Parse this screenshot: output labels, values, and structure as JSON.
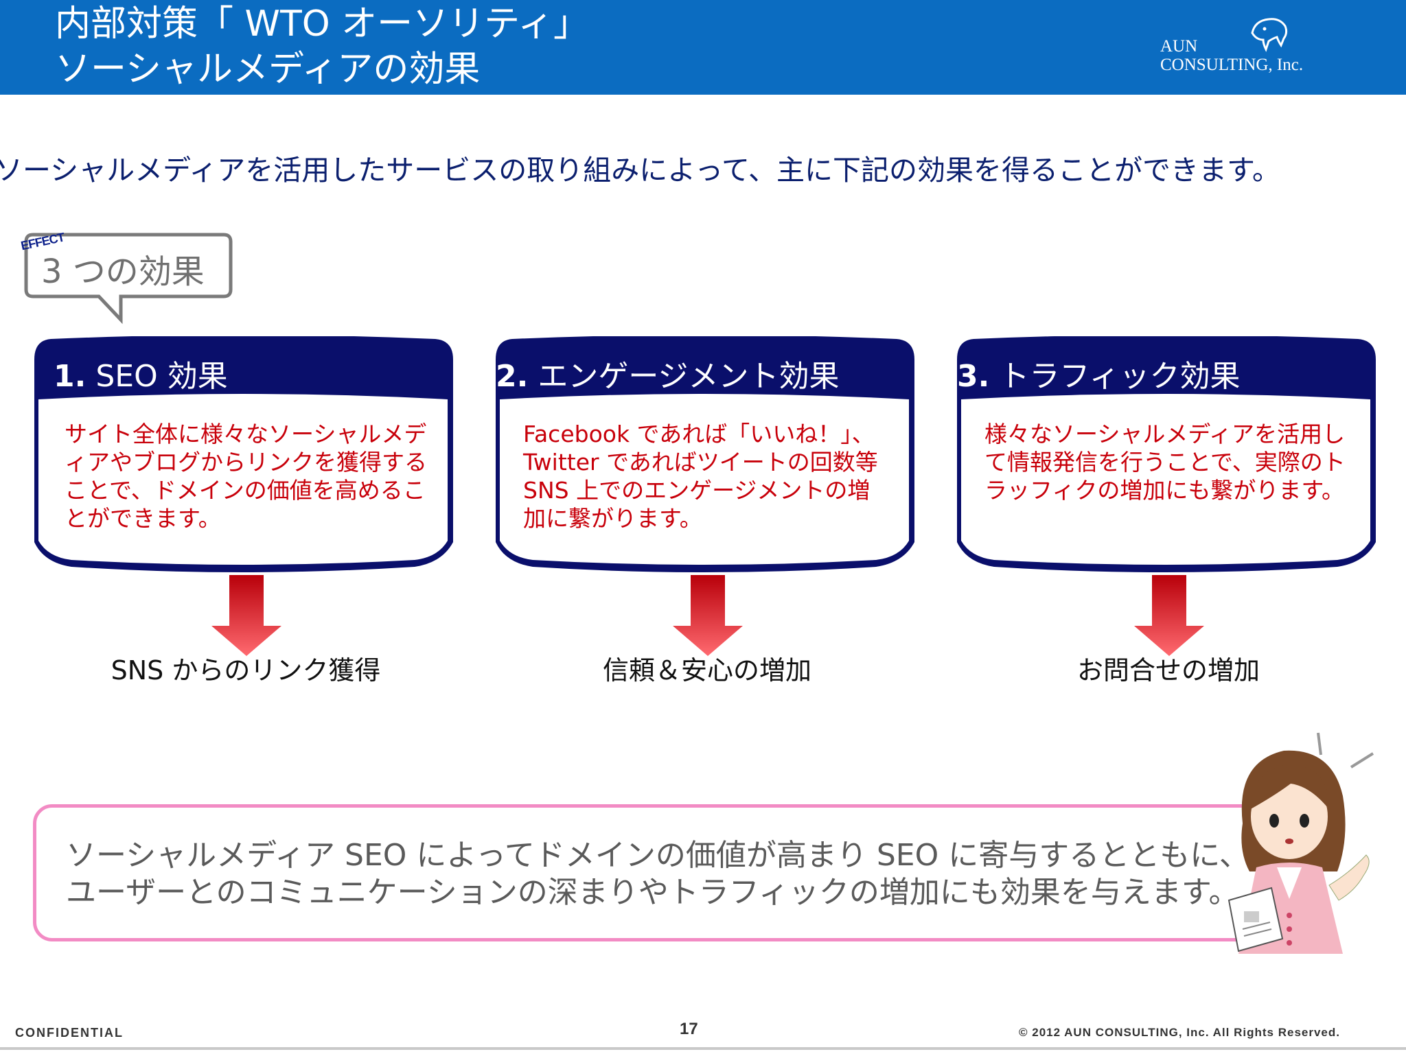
{
  "header": {
    "title_line1": "内部対策「 WTO オーソリティ」",
    "title_line2": "ソーシャルメディアの効果",
    "logo_line1": "AUN",
    "logo_line2": "CONSULTING, Inc."
  },
  "lead": "ソーシャルメディアを活用したサービスの取り組みによって、主に下記の効果を得ることができます。",
  "bubble": {
    "tag": "EFFECT",
    "text": "3 つの効果"
  },
  "cards": [
    {
      "num": "1.",
      "title": "SEO 効果",
      "body": "サイト全体に様々なソーシャルメディアやブログからリンクを獲得することで、ドメインの価値を高めることができます。",
      "result": "SNS からのリンク獲得"
    },
    {
      "num": "2.",
      "title": "エンゲージメント効果",
      "body": "Facebook であれば「いいね！」、Twitter であればツイートの回数等 SNS 上でのエンゲージメントの増加に繋がります。",
      "result": "信頼＆安心の増加"
    },
    {
      "num": "3.",
      "title": "トラフィック効果",
      "body": "様々なソーシャルメディアを活用して情報発信を行うことで、実際のトラッフィクの増加にも繋がります。",
      "result": "お問合せの増加"
    }
  ],
  "summary": {
    "line1": "ソーシャルメディア SEO によってドメインの価値が高まり SEO に寄与するとともに、",
    "line2": "ユーザーとのコミュニケーションの深まりやトラフィックの増加にも効果を与えます。"
  },
  "footer": {
    "confidential": "CONFIDENTIAL",
    "page": "17",
    "copyright": "© 2012 AUN CONSULTING, Inc. All Rights Reserved."
  },
  "colors": {
    "header_bg": "#0b6cc1",
    "card_navy": "#0a0f6b",
    "body_red": "#c8000a",
    "arrow_red": "#e8202a",
    "summary_border": "#f28bc4"
  }
}
